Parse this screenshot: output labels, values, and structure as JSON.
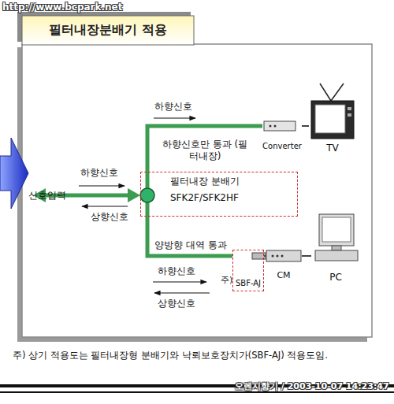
{
  "diagram": {
    "title": "필터내장분배기 적용",
    "caption": "주) 상기 적용도는 필터내장형 분배기와 낙뢰보호장치가(SBF-AJ) 적용도임.",
    "nodes": [
      {
        "text": [
          "필터내장 분배기",
          "SFK2F/SFK2HF"
        ]
      },
      {
        "text": [
          "Converter"
        ]
      },
      {
        "text": [
          "TV"
        ]
      },
      {
        "text": [
          "SBF-AJ"
        ]
      },
      {
        "text": [
          "CM"
        ]
      },
      {
        "text": [
          "PC"
        ]
      }
    ],
    "edges": [
      {
        "from": 0,
        "to": 1,
        "arrow": "none",
        "label": "하향신호만 통과 (필터내장)"
      },
      {
        "from": 1,
        "to": 2,
        "arrow": "none"
      },
      {
        "from": 0,
        "to": 3,
        "arrow": "none",
        "label": "양방향 대역 통과"
      },
      {
        "from": 3,
        "to": 4,
        "arrow": "none"
      },
      {
        "from": 4,
        "to": 5,
        "arrow": "none"
      }
    ],
    "labels": [
      "http://www.bcpark.net",
      "하향신호",
      "하향신호",
      "신호입력",
      "상향신호",
      "하향신호",
      "주)",
      "상향신호",
      "오렌지향기 / 2003-10-07 14:23:47"
    ]
  }
}
